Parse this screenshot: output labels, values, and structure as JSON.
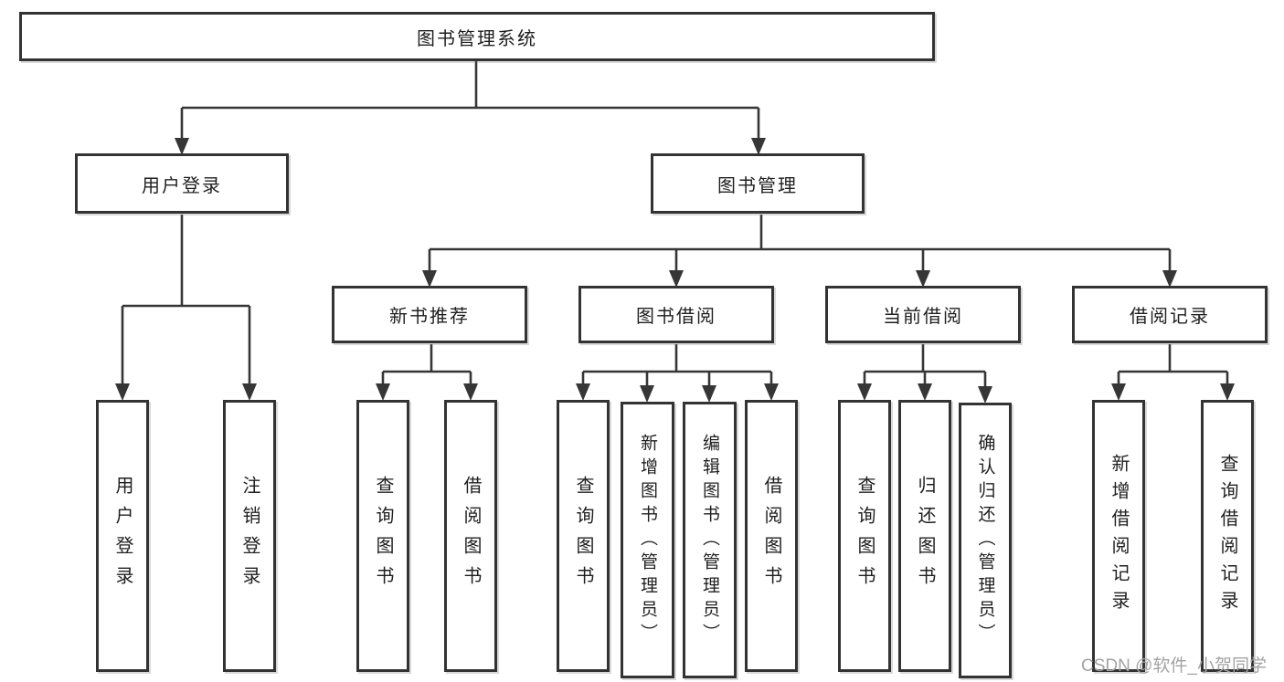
{
  "diagram": {
    "root": {
      "label": "图书管理系统"
    },
    "level2": {
      "user_login": {
        "label": "用户登录"
      },
      "book_management": {
        "label": "图书管理"
      }
    },
    "level3": {
      "new_book_recommend": {
        "label": "新书推荐"
      },
      "book_borrow": {
        "label": "图书借阅"
      },
      "current_borrow": {
        "label": "当前借阅"
      },
      "borrow_records": {
        "label": "借阅记录"
      }
    },
    "leaves": {
      "user_login": "用户登录",
      "logout": "注销登录",
      "recommend_query": "查询图书",
      "recommend_borrow": "借阅图书",
      "borrow_query": "查询图书",
      "borrow_add": "新增图书（管理员）",
      "borrow_edit": "编辑图书（管理员）",
      "borrow_borrow": "借阅图书",
      "current_query": "查询图书",
      "current_return": "归还图书",
      "current_confirm": "确认归还（管理员）",
      "records_add": "新增借阅记录",
      "records_query": "查询借阅记录"
    }
  },
  "watermark": {
    "text": "CSDN @软件_小贺同学"
  },
  "colors": {
    "line": "#363636",
    "border": "#333333",
    "text": "#1f1f1f",
    "watermark": "#a3a3a3",
    "background": "#ffffff"
  }
}
